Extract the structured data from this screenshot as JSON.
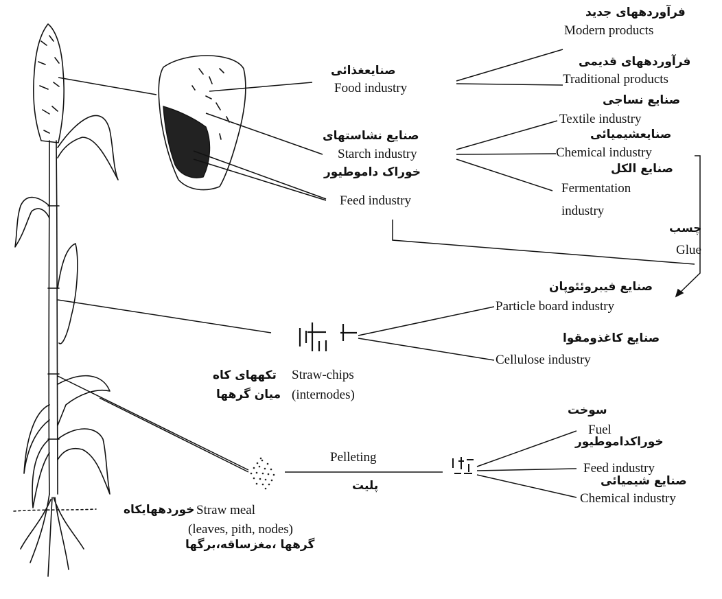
{
  "plant": {
    "food_industry": {
      "fa": "صنایعغذائی",
      "en": "Food industry"
    },
    "starch_industry": {
      "fa": "صنایع نشاستهای",
      "en": "Starch industry"
    },
    "feed_industry": {
      "fa": "خوراک داموطیور",
      "en": "Feed industry"
    },
    "modern_products": {
      "fa": "فرآوردههای جدید",
      "en": "Modern products"
    },
    "traditional_products": {
      "fa": "فرآوردههای قدیمی",
      "en": "Traditional products"
    },
    "textile_industry": {
      "fa": "صنایع نساجی",
      "en": "Textile industry"
    },
    "chemical_industry_1": {
      "fa": "صنایعشیمیائی",
      "en": "Chemical industry"
    },
    "fermentation_industry": {
      "fa": "صنایع الکل",
      "en_line1": "Fermentation",
      "en_line2": "industry"
    },
    "glue": {
      "fa": "چسب",
      "en": "Glue"
    },
    "particle_board": {
      "fa": "صنایع فیبروئئوپان",
      "en": "Particle board industry"
    },
    "cellulose": {
      "fa": "صنایع کاغذومقوا",
      "en": "Cellulose industry"
    },
    "straw_chips": {
      "fa_line1": "تکههای کاه",
      "en": "Straw-chips",
      "fa_line2": "میان گرهها",
      "en_sub": "(internodes)"
    },
    "pelleting": {
      "en": "Pelleting",
      "fa": "پلیت"
    },
    "straw_meal": {
      "fa": "خوردههایکاه",
      "en": "Straw meal",
      "en_sub": "(leaves, pith, nodes)",
      "fa_sub": "گرهها ،مغزساقه،برگها"
    },
    "fuel": {
      "fa": "سوخت",
      "en": "Fuel"
    },
    "feed_industry_2": {
      "fa": "خوراکداموطیور",
      "en": "Feed industry"
    },
    "chemical_industry_2": {
      "fa": "صنایع شیمیائی",
      "en": "Chemical industry"
    }
  }
}
